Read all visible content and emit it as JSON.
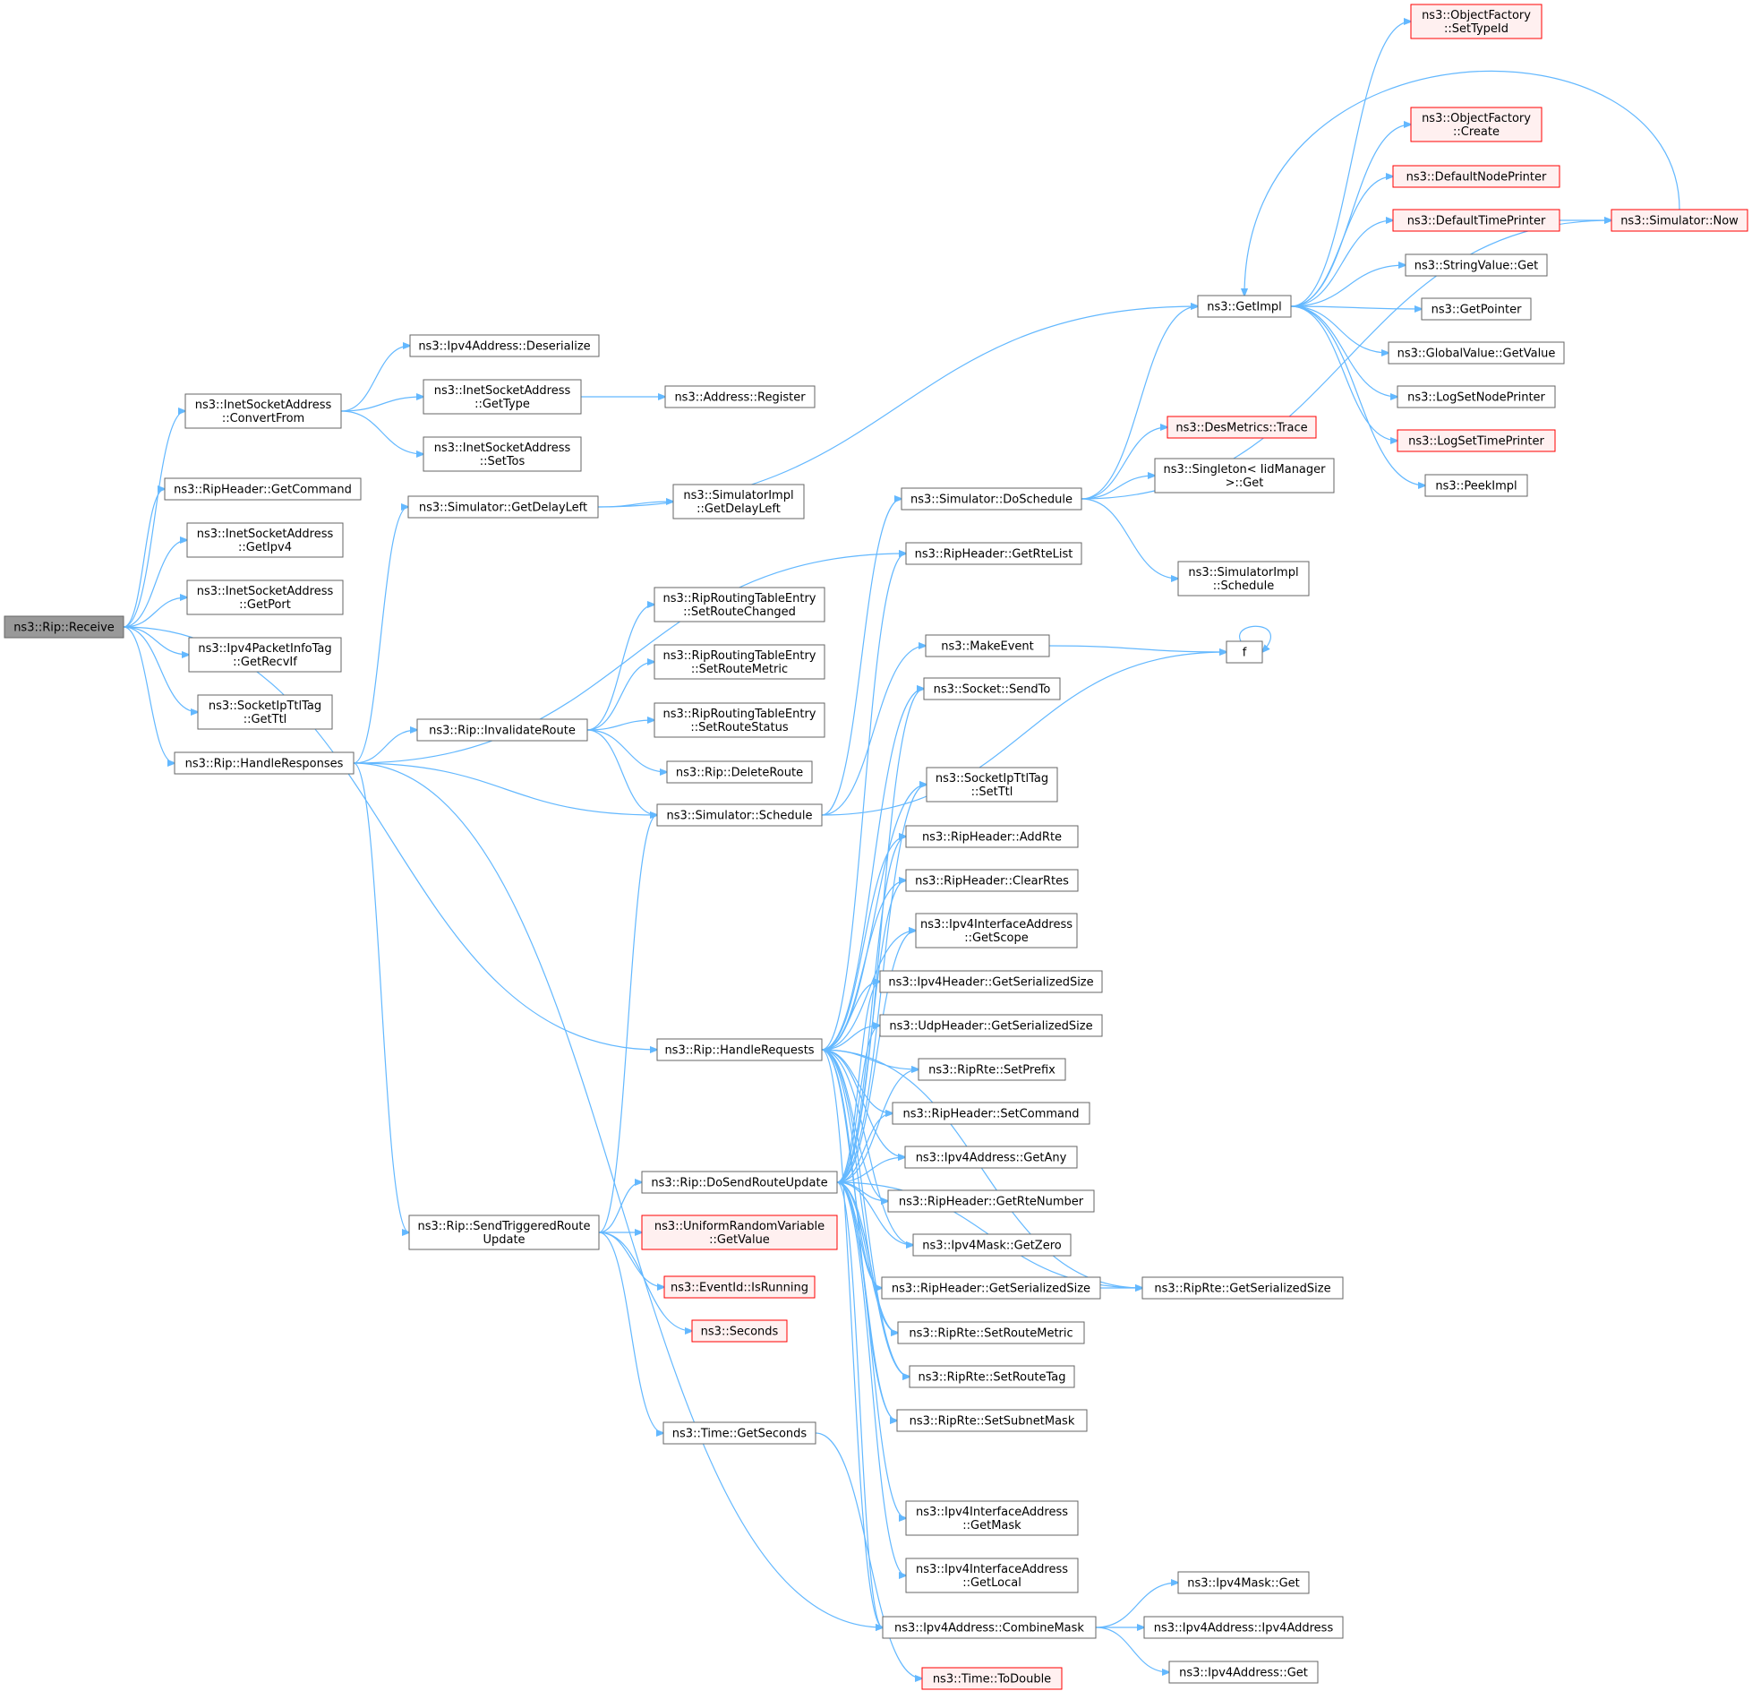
{
  "diagram": {
    "type": "call-graph",
    "root": "receive",
    "colors": {
      "edge": "#63b8ff",
      "node_border": "#666666",
      "node_border_incomplete": "#ff0000",
      "node_fill_incomplete": "#fff0f0",
      "root_fill": "#999999"
    },
    "nodes": [
      {
        "id": "receive",
        "lines": [
          "ns3::Rip::Receive"
        ],
        "style": "root"
      },
      {
        "id": "convertfrom",
        "lines": [
          "ns3::InetSocketAddress",
          "::ConvertFrom"
        ],
        "style": "normal"
      },
      {
        "id": "getcommand",
        "lines": [
          "ns3::RipHeader::GetCommand"
        ],
        "style": "normal"
      },
      {
        "id": "getipv4",
        "lines": [
          "ns3::InetSocketAddress",
          "::GetIpv4"
        ],
        "style": "normal"
      },
      {
        "id": "getport",
        "lines": [
          "ns3::InetSocketAddress",
          "::GetPort"
        ],
        "style": "normal"
      },
      {
        "id": "getrecvif",
        "lines": [
          "ns3::Ipv4PacketInfoTag",
          "::GetRecvIf"
        ],
        "style": "normal"
      },
      {
        "id": "getttl",
        "lines": [
          "ns3::SocketIpTtlTag",
          "::GetTtl"
        ],
        "style": "normal"
      },
      {
        "id": "handleresponses",
        "lines": [
          "ns3::Rip::HandleResponses"
        ],
        "style": "normal"
      },
      {
        "id": "deserialize",
        "lines": [
          "ns3::Ipv4Address::Deserialize"
        ],
        "style": "normal"
      },
      {
        "id": "gettype",
        "lines": [
          "ns3::InetSocketAddress",
          "::GetType"
        ],
        "style": "normal"
      },
      {
        "id": "settos",
        "lines": [
          "ns3::InetSocketAddress",
          "::SetTos"
        ],
        "style": "normal"
      },
      {
        "id": "register",
        "lines": [
          "ns3::Address::Register"
        ],
        "style": "normal"
      },
      {
        "id": "getdelayleft",
        "lines": [
          "ns3::Simulator::GetDelayLeft"
        ],
        "style": "normal"
      },
      {
        "id": "implgetdelayleft",
        "lines": [
          "ns3::SimulatorImpl",
          "::GetDelayLeft"
        ],
        "style": "normal"
      },
      {
        "id": "invalidateroute",
        "lines": [
          "ns3::Rip::InvalidateRoute"
        ],
        "style": "normal"
      },
      {
        "id": "setroutechanged",
        "lines": [
          "ns3::RipRoutingTableEntry",
          "::SetRouteChanged"
        ],
        "style": "normal"
      },
      {
        "id": "rtesetroutemetric",
        "lines": [
          "ns3::RipRoutingTableEntry",
          "::SetRouteMetric"
        ],
        "style": "normal"
      },
      {
        "id": "setroutestatus",
        "lines": [
          "ns3::RipRoutingTableEntry",
          "::SetRouteStatus"
        ],
        "style": "normal"
      },
      {
        "id": "deleteroute",
        "lines": [
          "ns3::Rip::DeleteRoute"
        ],
        "style": "normal"
      },
      {
        "id": "schedule",
        "lines": [
          "ns3::Simulator::Schedule"
        ],
        "style": "normal"
      },
      {
        "id": "handlerequests",
        "lines": [
          "ns3::Rip::HandleRequests"
        ],
        "style": "normal"
      },
      {
        "id": "dosendrouteupdate",
        "lines": [
          "ns3::Rip::DoSendRouteUpdate"
        ],
        "style": "normal"
      },
      {
        "id": "sendtriggered",
        "lines": [
          "ns3::Rip::SendTriggeredRoute",
          "Update"
        ],
        "style": "normal"
      },
      {
        "id": "uniformgetvalue",
        "lines": [
          "ns3::UniformRandomVariable",
          "::GetValue"
        ],
        "style": "incomplete"
      },
      {
        "id": "isrunning",
        "lines": [
          "ns3::EventId::IsRunning"
        ],
        "style": "incomplete"
      },
      {
        "id": "seconds",
        "lines": [
          "ns3::Seconds"
        ],
        "style": "incomplete"
      },
      {
        "id": "getseconds",
        "lines": [
          "ns3::Time::GetSeconds"
        ],
        "style": "normal"
      },
      {
        "id": "todouble",
        "lines": [
          "ns3::Time::ToDouble"
        ],
        "style": "incomplete"
      },
      {
        "id": "doschedule",
        "lines": [
          "ns3::Simulator::DoSchedule"
        ],
        "style": "normal"
      },
      {
        "id": "getrtelist",
        "lines": [
          "ns3::RipHeader::GetRteList"
        ],
        "style": "normal"
      },
      {
        "id": "makeevent",
        "lines": [
          "ns3::MakeEvent"
        ],
        "style": "normal"
      },
      {
        "id": "sendto",
        "lines": [
          "ns3::Socket::SendTo"
        ],
        "style": "normal"
      },
      {
        "id": "setttl",
        "lines": [
          "ns3::SocketIpTtlTag",
          "::SetTtl"
        ],
        "style": "normal"
      },
      {
        "id": "addrte",
        "lines": [
          "ns3::RipHeader::AddRte"
        ],
        "style": "normal"
      },
      {
        "id": "clearrtes",
        "lines": [
          "ns3::RipHeader::ClearRtes"
        ],
        "style": "normal"
      },
      {
        "id": "getscope",
        "lines": [
          "ns3::Ipv4InterfaceAddress",
          "::GetScope"
        ],
        "style": "normal"
      },
      {
        "id": "ipv4hdrsize",
        "lines": [
          "ns3::Ipv4Header::GetSerializedSize"
        ],
        "style": "normal"
      },
      {
        "id": "udphdrsize",
        "lines": [
          "ns3::UdpHeader::GetSerializedSize"
        ],
        "style": "normal"
      },
      {
        "id": "setprefix",
        "lines": [
          "ns3::RipRte::SetPrefix"
        ],
        "style": "normal"
      },
      {
        "id": "setcommand",
        "lines": [
          "ns3::RipHeader::SetCommand"
        ],
        "style": "normal"
      },
      {
        "id": "getany",
        "lines": [
          "ns3::Ipv4Address::GetAny"
        ],
        "style": "normal"
      },
      {
        "id": "getrtenumber",
        "lines": [
          "ns3::RipHeader::GetRteNumber"
        ],
        "style": "normal"
      },
      {
        "id": "getzero",
        "lines": [
          "ns3::Ipv4Mask::GetZero"
        ],
        "style": "normal"
      },
      {
        "id": "riphdrsize",
        "lines": [
          "ns3::RipHeader::GetSerializedSize"
        ],
        "style": "normal"
      },
      {
        "id": "ripsetroutemetric",
        "lines": [
          "ns3::RipRte::SetRouteMetric"
        ],
        "style": "normal"
      },
      {
        "id": "setroutetag",
        "lines": [
          "ns3::RipRte::SetRouteTag"
        ],
        "style": "normal"
      },
      {
        "id": "setsubnetmask",
        "lines": [
          "ns3::RipRte::SetSubnetMask"
        ],
        "style": "normal"
      },
      {
        "id": "getmask",
        "lines": [
          "ns3::Ipv4InterfaceAddress",
          "::GetMask"
        ],
        "style": "normal"
      },
      {
        "id": "getlocal",
        "lines": [
          "ns3::Ipv4InterfaceAddress",
          "::GetLocal"
        ],
        "style": "normal"
      },
      {
        "id": "combinemask",
        "lines": [
          "ns3::Ipv4Address::CombineMask"
        ],
        "style": "normal"
      },
      {
        "id": "rtesize",
        "lines": [
          "ns3::RipRte::GetSerializedSize"
        ],
        "style": "normal"
      },
      {
        "id": "maskget",
        "lines": [
          "ns3::Ipv4Mask::Get"
        ],
        "style": "normal"
      },
      {
        "id": "ipv4address",
        "lines": [
          "ns3::Ipv4Address::Ipv4Address"
        ],
        "style": "normal"
      },
      {
        "id": "addrget",
        "lines": [
          "ns3::Ipv4Address::Get"
        ],
        "style": "normal"
      },
      {
        "id": "desmetrics",
        "lines": [
          "ns3::DesMetrics::Trace"
        ],
        "style": "incomplete"
      },
      {
        "id": "singletonget",
        "lines": [
          "ns3::Singleton< IidManager",
          " >::Get"
        ],
        "style": "normal"
      },
      {
        "id": "implschedule",
        "lines": [
          "ns3::SimulatorImpl",
          "::Schedule"
        ],
        "style": "normal"
      },
      {
        "id": "f",
        "lines": [
          "f"
        ],
        "style": "normal"
      },
      {
        "id": "getimpl",
        "lines": [
          "ns3::GetImpl"
        ],
        "style": "normal"
      },
      {
        "id": "settypeid",
        "lines": [
          "ns3::ObjectFactory",
          "::SetTypeId"
        ],
        "style": "incomplete"
      },
      {
        "id": "ofcreate",
        "lines": [
          "ns3::ObjectFactory",
          "::Create"
        ],
        "style": "incomplete"
      },
      {
        "id": "defaultnodeprinter",
        "lines": [
          "ns3::DefaultNodePrinter"
        ],
        "style": "incomplete"
      },
      {
        "id": "defaulttimeprinter",
        "lines": [
          "ns3::DefaultTimePrinter"
        ],
        "style": "incomplete"
      },
      {
        "id": "stringvalueget",
        "lines": [
          "ns3::StringValue::Get"
        ],
        "style": "normal"
      },
      {
        "id": "getpointer",
        "lines": [
          "ns3::GetPointer"
        ],
        "style": "normal"
      },
      {
        "id": "globalgetvalue",
        "lines": [
          "ns3::GlobalValue::GetValue"
        ],
        "style": "normal"
      },
      {
        "id": "logsetnodeprinter",
        "lines": [
          "ns3::LogSetNodePrinter"
        ],
        "style": "normal"
      },
      {
        "id": "logsettimeprinter",
        "lines": [
          "ns3::LogSetTimePrinter"
        ],
        "style": "incomplete"
      },
      {
        "id": "peekimpl",
        "lines": [
          "ns3::PeekImpl"
        ],
        "style": "normal"
      },
      {
        "id": "simnow",
        "lines": [
          "ns3::Simulator::Now"
        ],
        "style": "incomplete"
      }
    ],
    "edges": [
      [
        "receive",
        "convertfrom"
      ],
      [
        "receive",
        "getcommand"
      ],
      [
        "receive",
        "getipv4"
      ],
      [
        "receive",
        "getport"
      ],
      [
        "receive",
        "getrecvif"
      ],
      [
        "receive",
        "getttl"
      ],
      [
        "receive",
        "handleresponses"
      ],
      [
        "receive",
        "handlerequests"
      ],
      [
        "convertfrom",
        "deserialize"
      ],
      [
        "convertfrom",
        "gettype"
      ],
      [
        "convertfrom",
        "settos"
      ],
      [
        "gettype",
        "register"
      ],
      [
        "handleresponses",
        "getdelayleft"
      ],
      [
        "handleresponses",
        "getrtelist"
      ],
      [
        "handleresponses",
        "invalidateroute"
      ],
      [
        "handleresponses",
        "schedule"
      ],
      [
        "handleresponses",
        "sendtriggered"
      ],
      [
        "handleresponses",
        "combinemask"
      ],
      [
        "getdelayleft",
        "getimpl"
      ],
      [
        "getdelayleft",
        "implgetdelayleft"
      ],
      [
        "invalidateroute",
        "setroutechanged"
      ],
      [
        "invalidateroute",
        "rtesetroutemetric"
      ],
      [
        "invalidateroute",
        "setroutestatus"
      ],
      [
        "invalidateroute",
        "deleteroute"
      ],
      [
        "invalidateroute",
        "schedule"
      ],
      [
        "schedule",
        "doschedule"
      ],
      [
        "schedule",
        "makeevent"
      ],
      [
        "schedule",
        "f"
      ],
      [
        "sendtriggered",
        "schedule"
      ],
      [
        "sendtriggered",
        "dosendrouteupdate"
      ],
      [
        "sendtriggered",
        "uniformgetvalue"
      ],
      [
        "sendtriggered",
        "isrunning"
      ],
      [
        "sendtriggered",
        "seconds"
      ],
      [
        "sendtriggered",
        "getseconds"
      ],
      [
        "getseconds",
        "todouble"
      ],
      [
        "handlerequests",
        "getrtelist"
      ],
      [
        "handlerequests",
        "sendto"
      ],
      [
        "handlerequests",
        "setttl"
      ],
      [
        "handlerequests",
        "addrte"
      ],
      [
        "handlerequests",
        "clearrtes"
      ],
      [
        "handlerequests",
        "getscope"
      ],
      [
        "handlerequests",
        "ipv4hdrsize"
      ],
      [
        "handlerequests",
        "udphdrsize"
      ],
      [
        "handlerequests",
        "setprefix"
      ],
      [
        "handlerequests",
        "setcommand"
      ],
      [
        "handlerequests",
        "getany"
      ],
      [
        "handlerequests",
        "getrtenumber"
      ],
      [
        "handlerequests",
        "getzero"
      ],
      [
        "handlerequests",
        "riphdrsize"
      ],
      [
        "handlerequests",
        "ripsetroutemetric"
      ],
      [
        "handlerequests",
        "setroutetag"
      ],
      [
        "handlerequests",
        "setsubnetmask"
      ],
      [
        "handlerequests",
        "combinemask"
      ],
      [
        "handlerequests",
        "rtesize"
      ],
      [
        "dosendrouteupdate",
        "sendto"
      ],
      [
        "dosendrouteupdate",
        "setttl"
      ],
      [
        "dosendrouteupdate",
        "addrte"
      ],
      [
        "dosendrouteupdate",
        "clearrtes"
      ],
      [
        "dosendrouteupdate",
        "getscope"
      ],
      [
        "dosendrouteupdate",
        "ipv4hdrsize"
      ],
      [
        "dosendrouteupdate",
        "udphdrsize"
      ],
      [
        "dosendrouteupdate",
        "setprefix"
      ],
      [
        "dosendrouteupdate",
        "setcommand"
      ],
      [
        "dosendrouteupdate",
        "getany"
      ],
      [
        "dosendrouteupdate",
        "getrtenumber"
      ],
      [
        "dosendrouteupdate",
        "getzero"
      ],
      [
        "dosendrouteupdate",
        "riphdrsize"
      ],
      [
        "dosendrouteupdate",
        "ripsetroutemetric"
      ],
      [
        "dosendrouteupdate",
        "setroutetag"
      ],
      [
        "dosendrouteupdate",
        "setsubnetmask"
      ],
      [
        "dosendrouteupdate",
        "getmask"
      ],
      [
        "dosendrouteupdate",
        "getlocal"
      ],
      [
        "dosendrouteupdate",
        "combinemask"
      ],
      [
        "dosendrouteupdate",
        "rtesize"
      ],
      [
        "riphdrsize",
        "rtesize"
      ],
      [
        "combinemask",
        "maskget"
      ],
      [
        "combinemask",
        "ipv4address"
      ],
      [
        "combinemask",
        "addrget"
      ],
      [
        "doschedule",
        "getimpl"
      ],
      [
        "doschedule",
        "desmetrics"
      ],
      [
        "doschedule",
        "singletonget"
      ],
      [
        "doschedule",
        "implschedule"
      ],
      [
        "doschedule",
        "simnow"
      ],
      [
        "makeevent",
        "f"
      ],
      [
        "f",
        "f"
      ],
      [
        "getimpl",
        "settypeid"
      ],
      [
        "getimpl",
        "ofcreate"
      ],
      [
        "getimpl",
        "defaultnodeprinter"
      ],
      [
        "getimpl",
        "defaulttimeprinter"
      ],
      [
        "getimpl",
        "stringvalueget"
      ],
      [
        "getimpl",
        "getpointer"
      ],
      [
        "getimpl",
        "globalgetvalue"
      ],
      [
        "getimpl",
        "logsetnodeprinter"
      ],
      [
        "getimpl",
        "logsettimeprinter"
      ],
      [
        "getimpl",
        "peekimpl"
      ],
      [
        "defaulttimeprinter",
        "simnow"
      ],
      [
        "simnow",
        "getimpl"
      ]
    ]
  }
}
